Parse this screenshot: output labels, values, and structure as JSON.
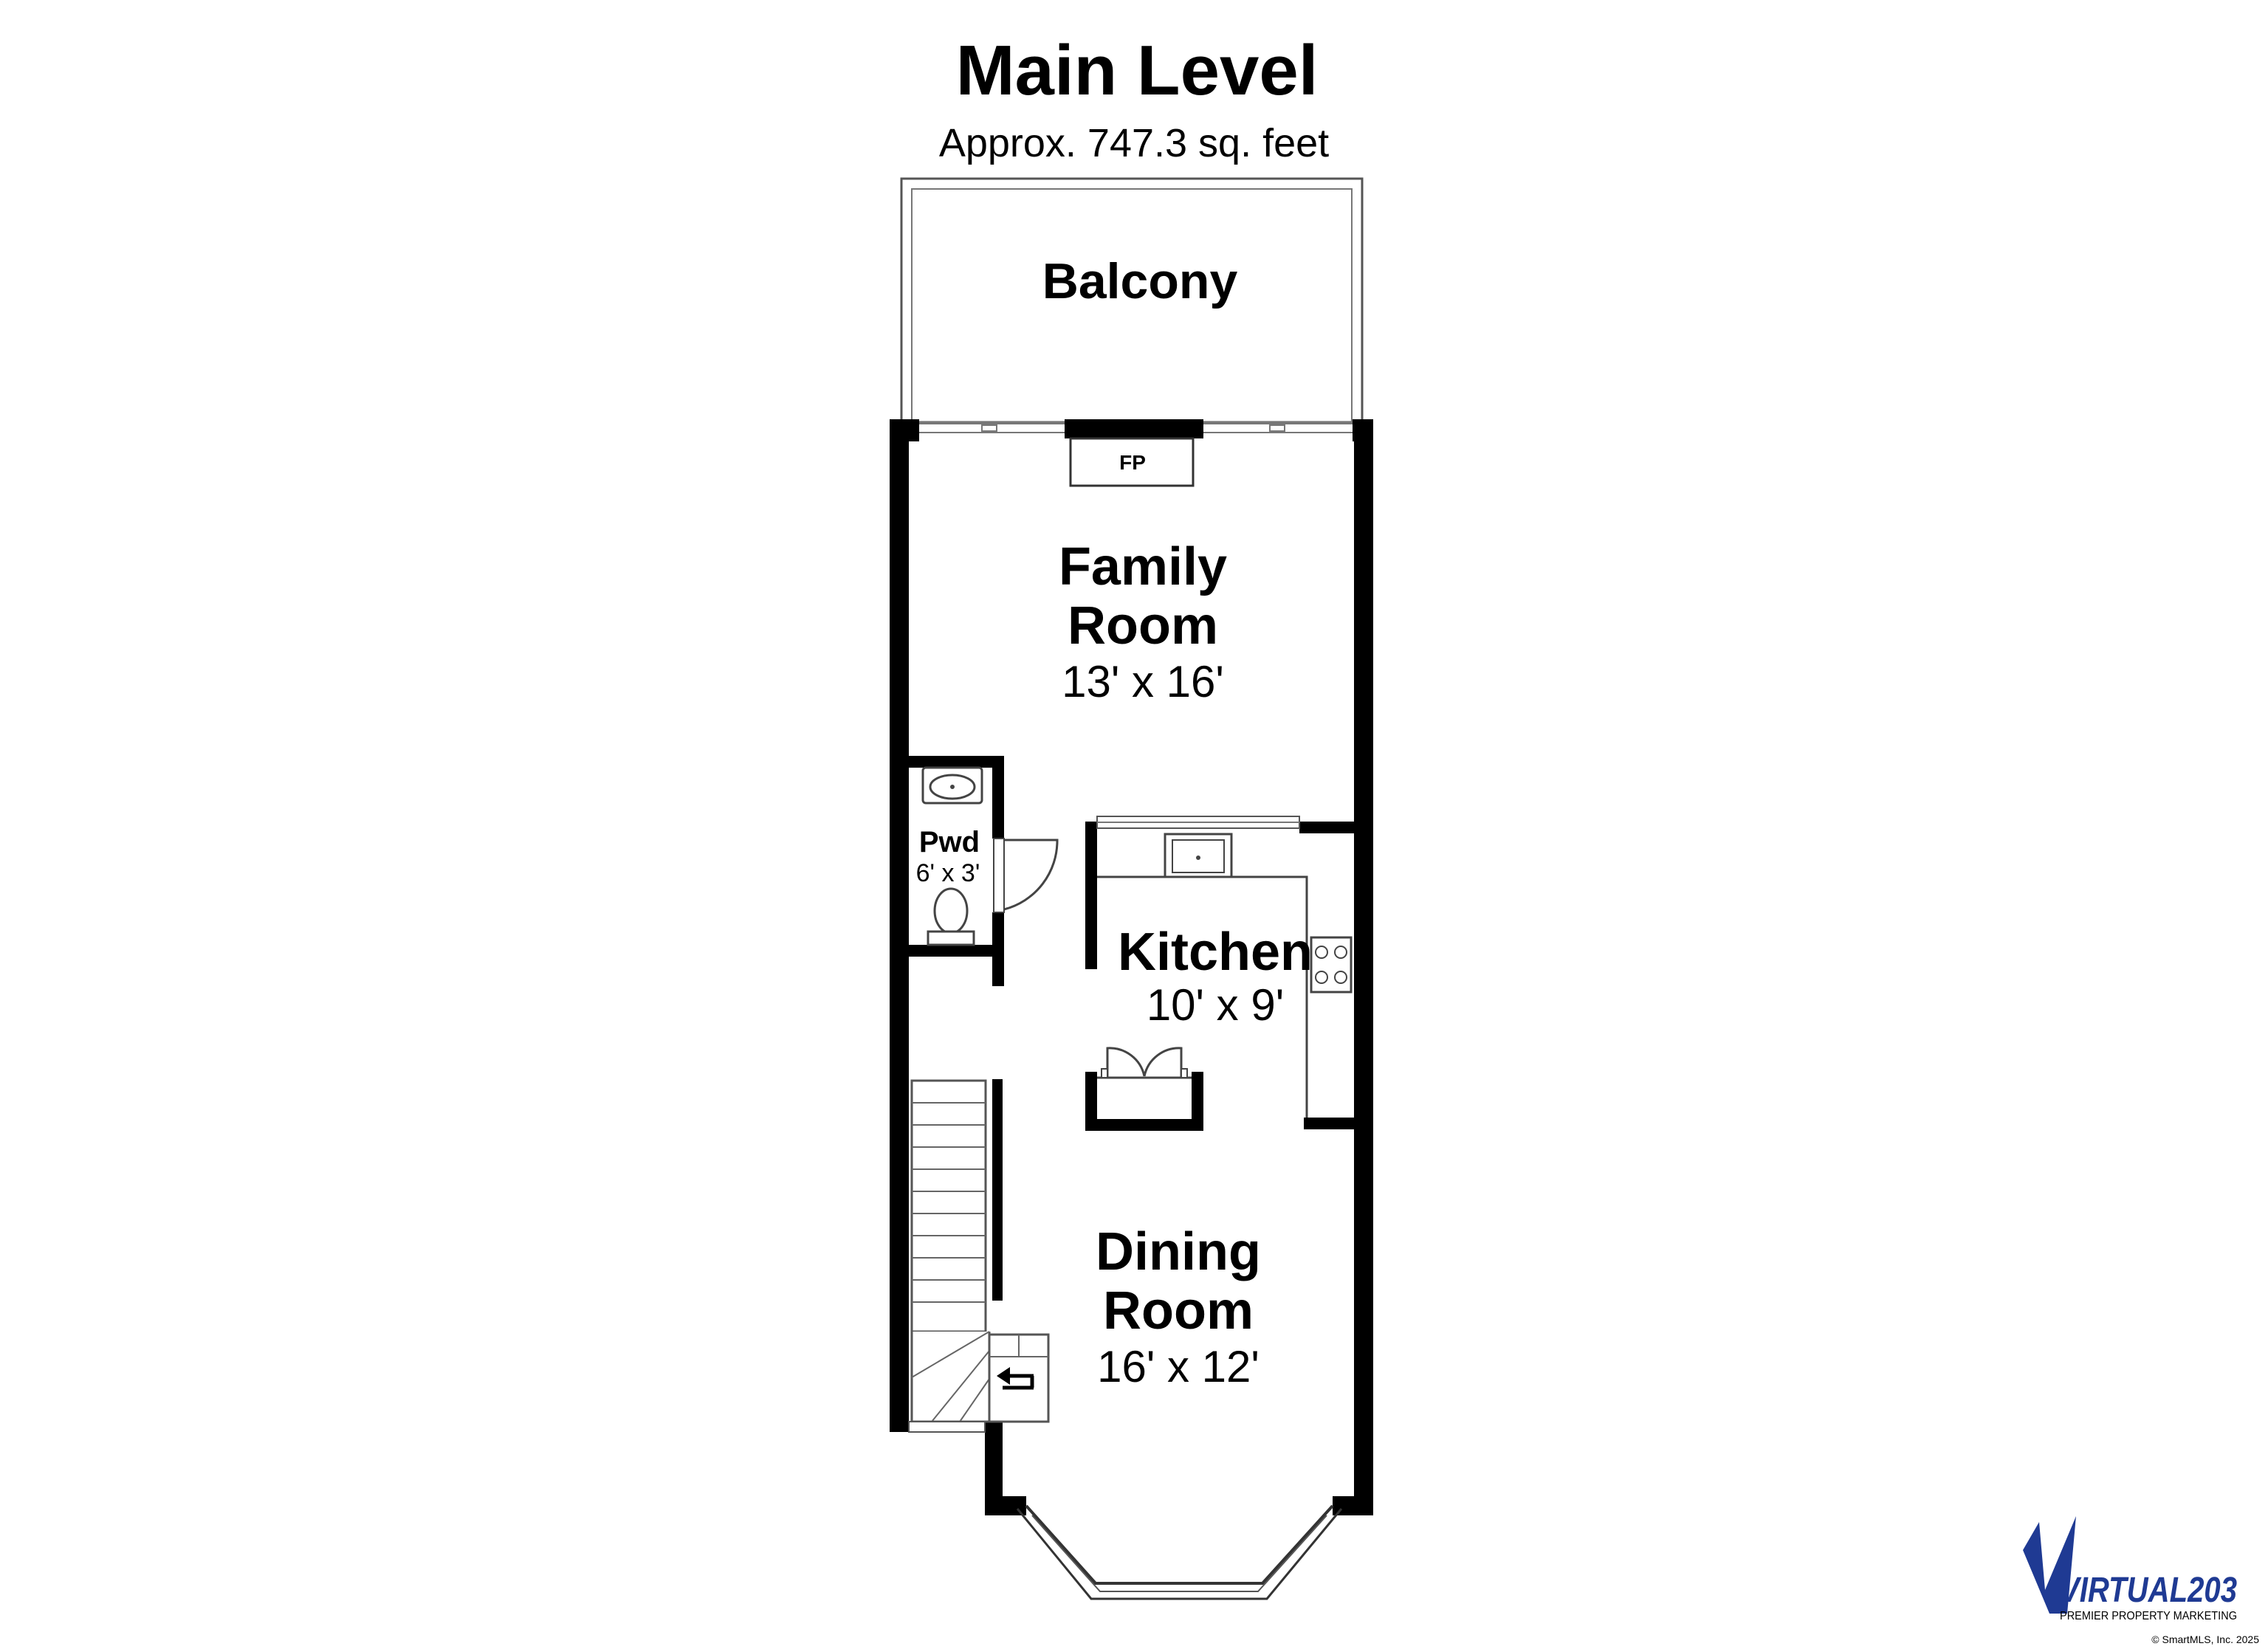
{
  "header": {
    "title": "Main Level",
    "subtitle": "Approx. 747.3 sq. feet"
  },
  "rooms": {
    "balcony": {
      "name": "Balcony"
    },
    "fireplace": {
      "label": "FP"
    },
    "family": {
      "name_line1": "Family",
      "name_line2": "Room",
      "dims": "13' x 16'"
    },
    "powder": {
      "name": "Pwd",
      "dims": "6' x 3'"
    },
    "kitchen": {
      "name": "Kitchen",
      "dims": "10' x 9'"
    },
    "dining": {
      "name_line1": "Dining",
      "name_line2": "Room",
      "dims": "16' x 12'"
    }
  },
  "logo": {
    "name": "VIRTUAL203",
    "tagline": "PREMIER PROPERTY MARKETING",
    "brand_color": "#1f3a93"
  },
  "copyright": "© SmartMLS, Inc. 2025",
  "colors": {
    "wall": "#000000",
    "line": "#555555",
    "background": "#ffffff"
  }
}
